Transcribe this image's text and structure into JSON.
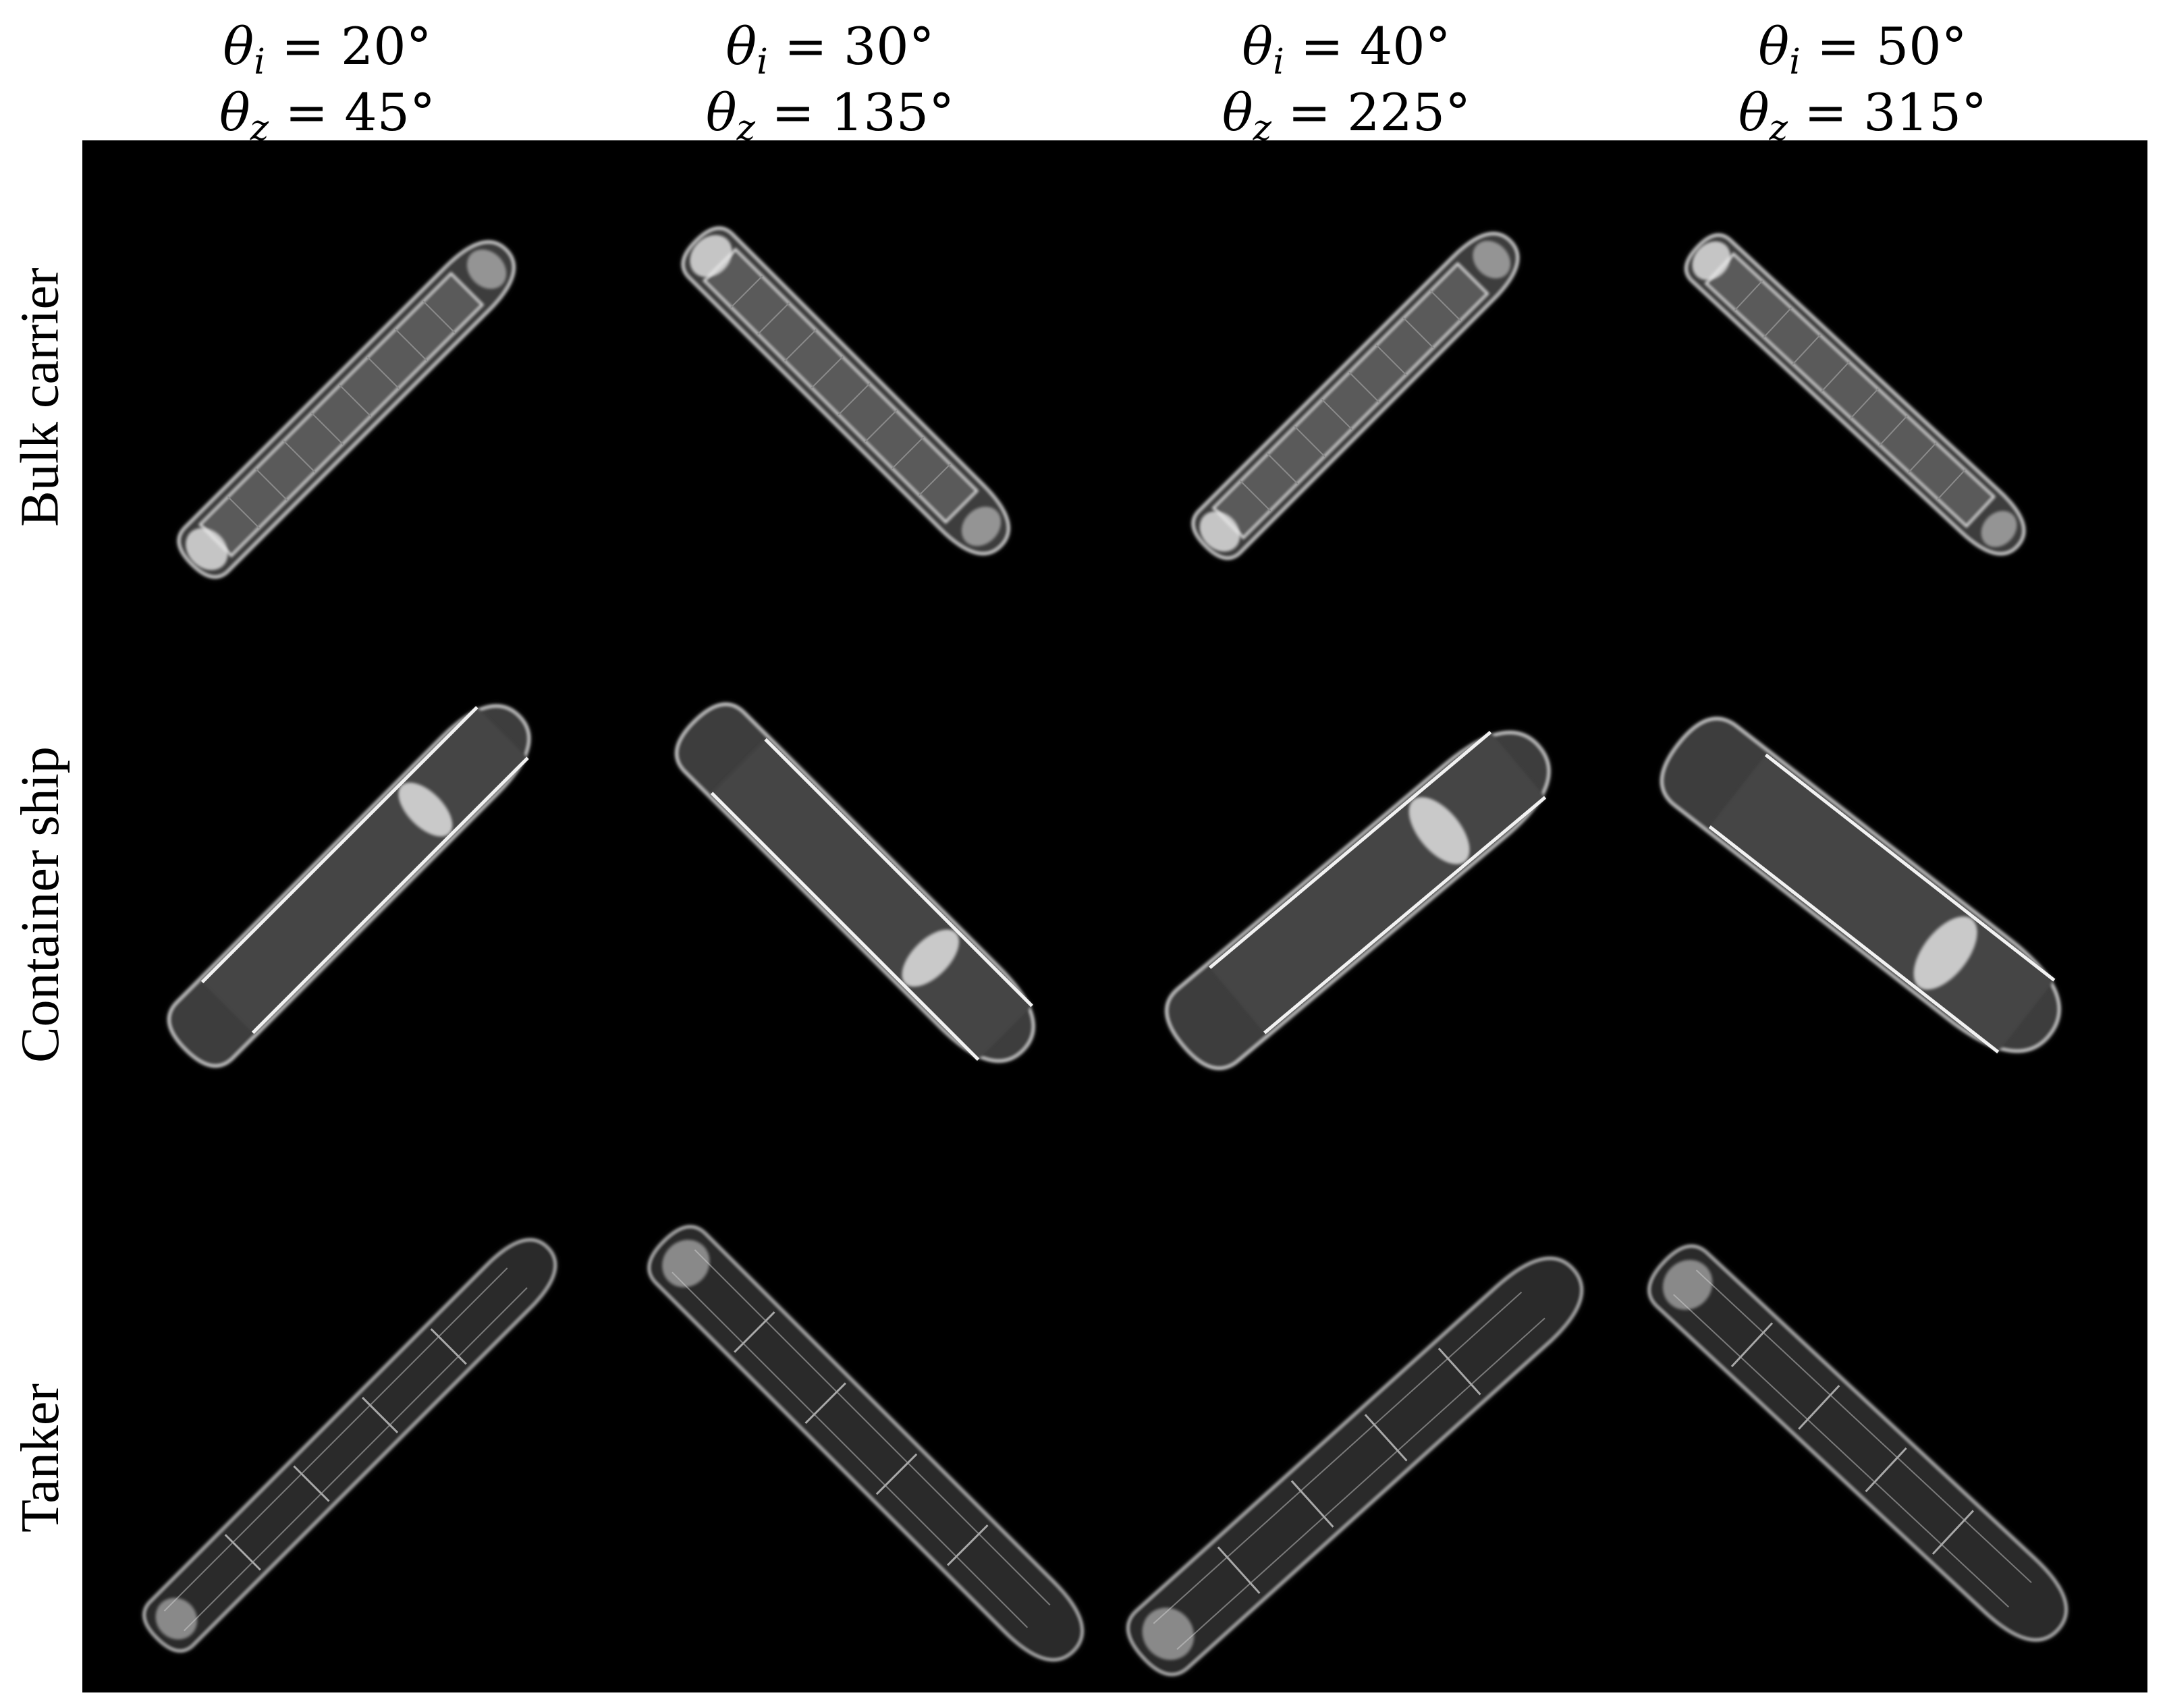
{
  "columns": [
    {
      "theta_i": "20°",
      "theta_z": "45°"
    },
    {
      "theta_i": "30°",
      "theta_z": "135°"
    },
    {
      "theta_i": "40°",
      "theta_z": "225°"
    },
    {
      "theta_i": "50°",
      "theta_z": "315°"
    }
  ],
  "rows": [
    {
      "label": "Bulk carrier"
    },
    {
      "label": "Container ship"
    },
    {
      "label": "Tanker"
    }
  ],
  "symbols": {
    "theta": "θ",
    "sub_i": "i",
    "sub_z": "z",
    "equals": "="
  },
  "colors": {
    "background": "#000000",
    "ship": "#d8d8d8"
  }
}
